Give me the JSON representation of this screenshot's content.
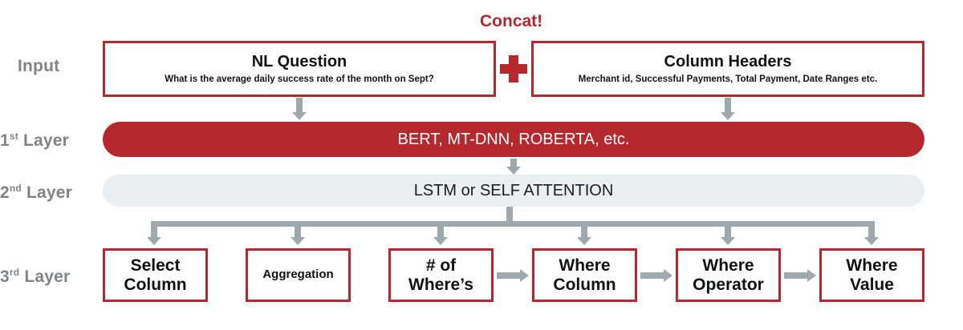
{
  "diagram": {
    "title_annotation": "Concat!",
    "accent_red": "#B5282E",
    "label_grey": "#808487",
    "connector_grey": "#9EA9AE",
    "pill_grey": "#ECEFF0"
  },
  "row_labels": [
    {
      "id": "input",
      "text": "Input",
      "ordinal": "",
      "suffix": ""
    },
    {
      "id": "layer1",
      "text": "1",
      "ordinal": "st",
      "suffix": " Layer"
    },
    {
      "id": "layer2",
      "text": "2",
      "ordinal": "nd",
      "suffix": " Layer"
    },
    {
      "id": "layer3",
      "text": "3",
      "ordinal": "rd",
      "suffix": " Layer"
    }
  ],
  "input_row": {
    "left_box": {
      "title": "NL Question",
      "subtitle": "What is the average daily success rate of the month on Sept?"
    },
    "operator": "plus",
    "right_box": {
      "title": "Column Headers",
      "subtitle": "Merchant id, Successful Payments, Total Payment, Date Ranges etc."
    }
  },
  "layer1": {
    "label": "BERT, MT-DNN, ROBERTA, etc."
  },
  "layer2": {
    "label": "LSTM or SELF ATTENTION"
  },
  "layer3": {
    "boxes": [
      {
        "id": "select-column",
        "line1": "Select",
        "line2": "Column",
        "size": "big"
      },
      {
        "id": "aggregation",
        "line1": "Aggregation",
        "line2": "",
        "size": "small"
      },
      {
        "id": "num-wheres",
        "line1": "# of",
        "line2": "Where’s",
        "size": "big"
      },
      {
        "id": "where-column",
        "line1": "Where",
        "line2": "Column",
        "size": "big"
      },
      {
        "id": "where-operator",
        "line1": "Where",
        "line2": "Operator",
        "size": "big"
      },
      {
        "id": "where-value",
        "line1": "Where",
        "line2": "Value",
        "size": "big"
      }
    ]
  }
}
